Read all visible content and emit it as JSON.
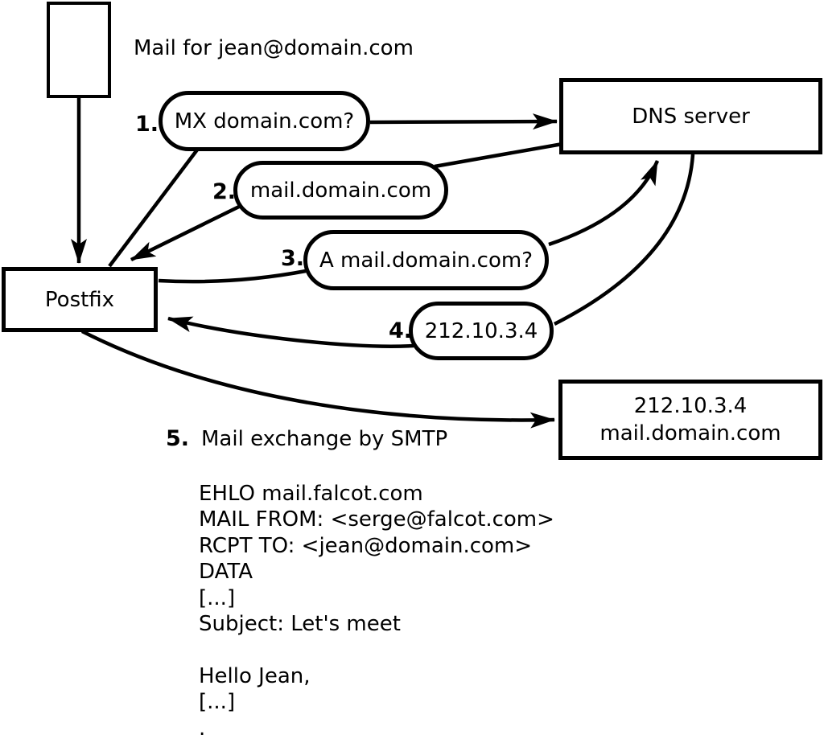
{
  "colors": {
    "ink": "#000000",
    "background": "#ffffff"
  },
  "title": "Mail for jean@domain.com",
  "nodes": {
    "postfix": {
      "label": "Postfix"
    },
    "dns": {
      "label": "DNS server"
    },
    "mail_server": {
      "line1": "212.10.3.4",
      "line2": "mail.domain.com"
    }
  },
  "steps": [
    {
      "num": "1.",
      "label": "MX domain.com?"
    },
    {
      "num": "2.",
      "label": "mail.domain.com"
    },
    {
      "num": "3.",
      "label": "A mail.domain.com?"
    },
    {
      "num": "4.",
      "label": "212.10.3.4"
    },
    {
      "num": "5.",
      "label": "Mail exchange by SMTP"
    }
  ],
  "smtp_session": "EHLO mail.falcot.com\nMAIL FROM: <serge@falcot.com>\nRCPT TO: <jean@domain.com>\nDATA\n[...]\nSubject: Let's meet\n\nHello Jean,\n[...]\n."
}
